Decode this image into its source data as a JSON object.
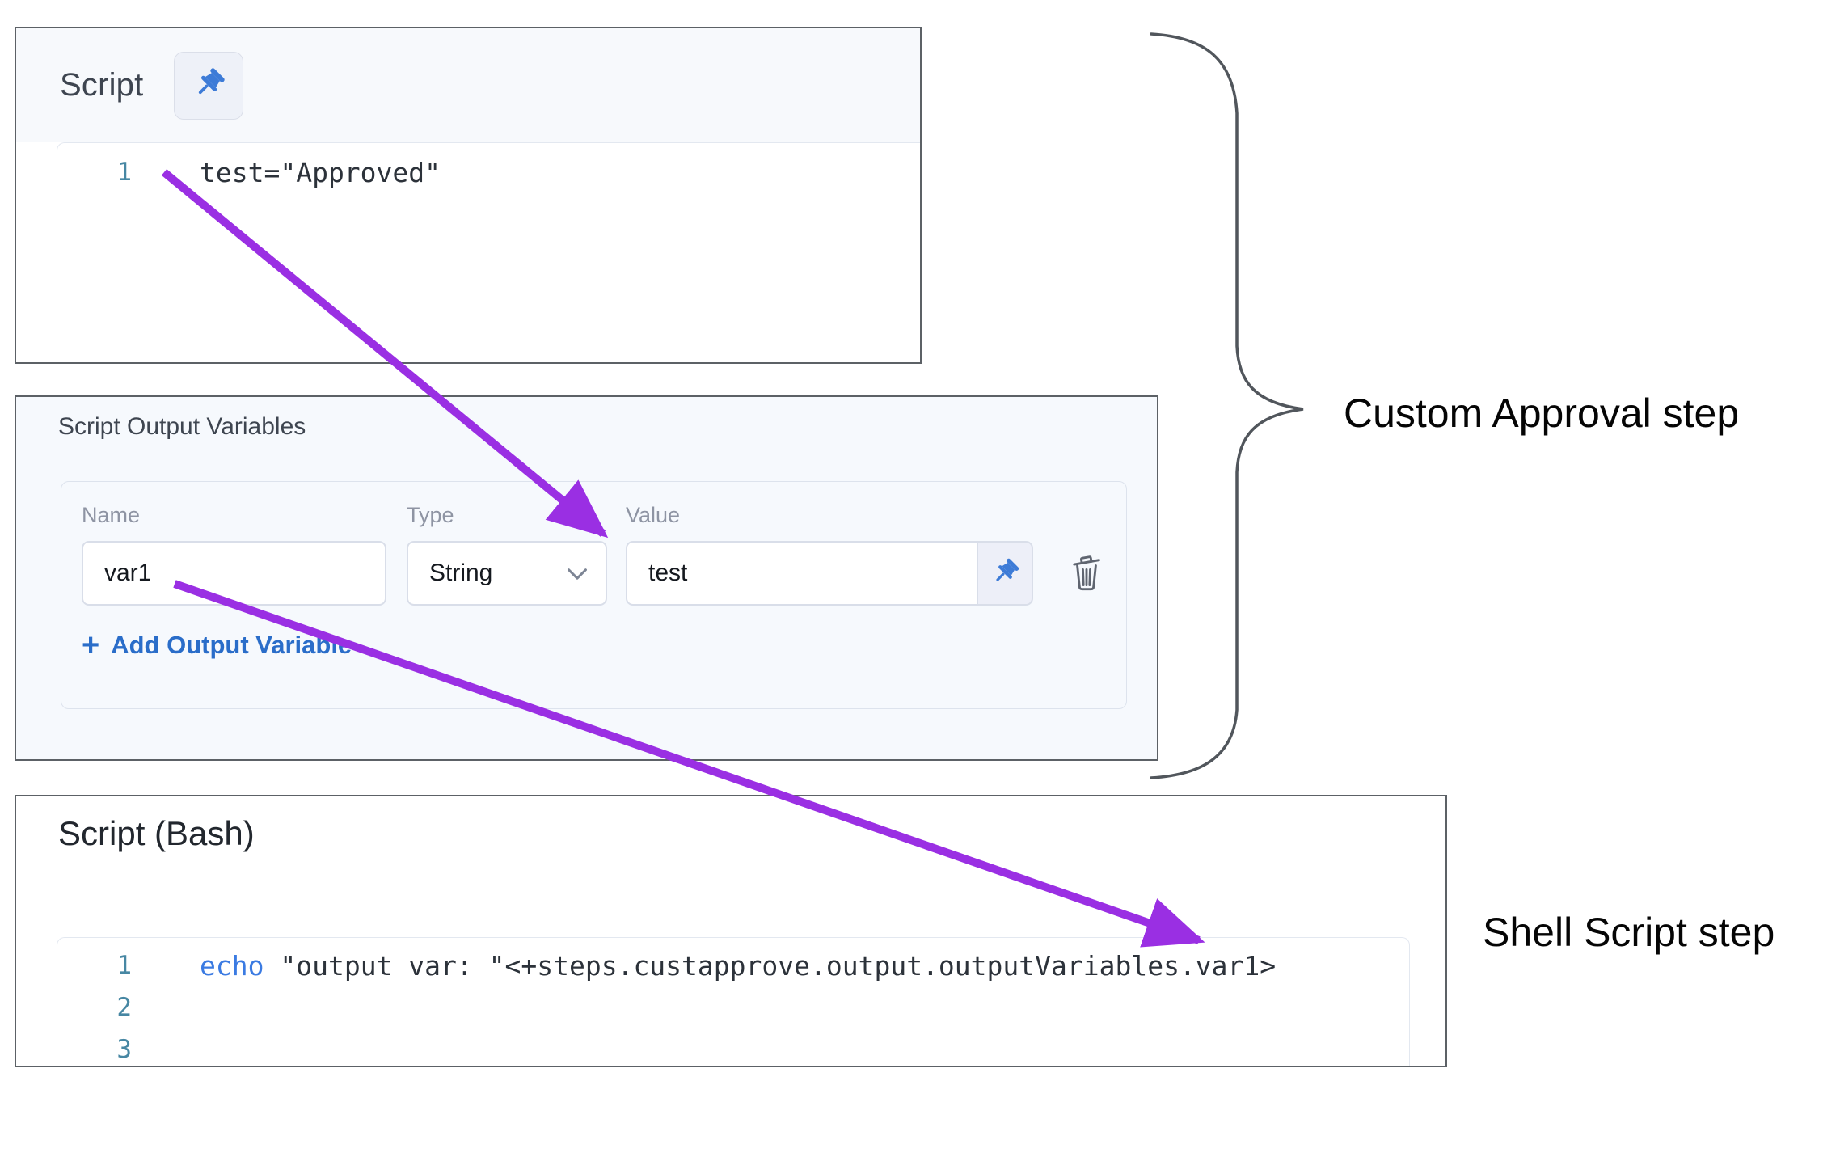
{
  "script_panel": {
    "title": "Script",
    "pin_icon": "pushpin-icon",
    "line": {
      "number": "1",
      "code": "test=\"Approved\""
    }
  },
  "output_variables_panel": {
    "title": "Script Output Variables",
    "columns": {
      "name": "Name",
      "type": "Type",
      "value": "Value"
    },
    "row": {
      "name": "var1",
      "type": "String",
      "value": "test"
    },
    "add_button": {
      "plus": "+",
      "label": "Add Output Variable"
    }
  },
  "bash_panel": {
    "title": "Script (Bash)",
    "lines": [
      {
        "number": "1",
        "keyword": "echo",
        "code": " \"output var: \"<+steps.custapprove.output.outputVariables.var1>"
      },
      {
        "number": "2",
        "code": ""
      },
      {
        "number": "3",
        "code": ""
      }
    ]
  },
  "annotations": {
    "approval_label": "Custom Approval step",
    "shell_label": "Shell Script step"
  },
  "colors": {
    "arrow_purple": "#9a2fe3",
    "pin_blue": "#3d7bd7",
    "link_blue": "#2a6dc9",
    "keyword_blue": "#3b7be2",
    "line_number_teal": "#4787a3",
    "panel_border_gray": "#5c6166",
    "panel_header_bg": "#f7f9fc"
  }
}
